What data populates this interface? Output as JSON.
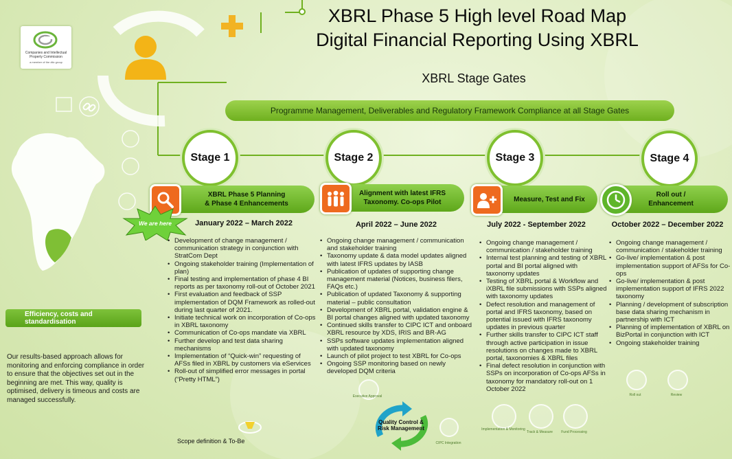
{
  "header": {
    "title_line1": "XBRL Phase 5 High level Road Map",
    "title_line2": "Digital Financial Reporting Using XBRL",
    "subtitle": "XBRL Stage Gates",
    "banner": "Programme Management, Deliverables and Regulatory Framework Compliance at all Stage Gates"
  },
  "logo": {
    "name": "Companies and Intellectual Property Commission",
    "sub": "a member of the dtic group"
  },
  "badge": "We are here",
  "stages": [
    {
      "label": "Stage 1",
      "title": "XBRL Phase 5 Planning & Phase 4 Enhancements",
      "dates": "January 2022 – March 2022",
      "icon": "magnifier-icon",
      "items": [
        "Development of change management / communication strategy in conjunction with StratCom Dept",
        "Ongoing stakeholder training (Implementation of plan)",
        "Final testing and implementation of phase 4 BI reports as per taxonomy roll-out of October 2021",
        "First evaluation and feedback of SSP implementation of DQM Framework as rolled-out during last quarter of 2021.",
        "Initiate technical work on incorporation of Co-ops in XBRL taxonomy",
        "Communication of Co-ops mandate via XBRL",
        "Further develop and test data sharing mechanisms",
        "Implementation of “Quick-win” requesting of AFSs filed in XBRL by customers via eServices",
        "Roll-out of simplified error messages in portal (“Pretty HTML”)"
      ]
    },
    {
      "label": "Stage 2",
      "title": "Alignment with latest IFRS Taxonomy. Co-ops Pilot",
      "dates": "April 2022 – June 2022",
      "icon": "people-group-icon",
      "items": [
        "Ongoing change management / communication and stakeholder training",
        "Taxonomy update & data model updates aligned with latest IFRS updates by IASB",
        "Publication of updates of supporting change management material (Notices, business filers, FAQs etc.)",
        "Publication of  updated Taxonomy & supporting material – public consultation",
        "Development of XBRL portal, validation engine & BI portal changes aligned with updated taxonomy",
        "Continued skills transfer to CIPC ICT and onboard XBRL resource by XDS, IRIS and BR-AG",
        "SSPs software updates implementation aligned with updated taxonomy",
        "Launch of pilot project to test XBRL for Co-ops",
        "Ongoing SSP monitoring based on newly developed DQM criteria"
      ]
    },
    {
      "label": "Stage 3",
      "title": "Measure, Test and Fix",
      "dates": "July 2022 - September 2022",
      "icon": "add-user-icon",
      "items": [
        "Ongoing change management / communication / stakeholder training",
        "Internal test planning and testing of XBRL portal and BI portal aligned with taxonomy updates",
        "Testing of XBRL portal & Workflow and iXBRL file submissions with  SSPs aligned with taxonomy updates",
        "Defect resolution and management of portal and IFRS taxonomy, based on potential issued with IFRS taxonomy updates in previous quarter",
        "Further skills transfer to CIPC ICT staff through active participation in issue resolutions on changes made to XBRL portal, taxonomies & XBRL files",
        "Final defect resolution in conjunction with SSPs on incorporation of Co-ops AFSs in taxonomy for mandatory roll-out on 1 October 2022"
      ]
    },
    {
      "label": "Stage 4",
      "title": "Roll out / Enhancement",
      "dates": "October 2022 – December 2022",
      "icon": "clock-icon",
      "items": [
        "Ongoing change management / communication / stakeholder training",
        "Go-live/ implementation & post implementation support of AFSs for Co-ops",
        "Go-live/ implementation & post implementation support of IFRS 2022 taxonomy",
        "Planning / development of subscription base data sharing mechanism in partnership with ICT",
        "Planning of implementation of XBRL on BizPortal in conjunction with ICT",
        "Ongoing stakeholder training"
      ]
    }
  ],
  "left": {
    "efficiency": "Efficiency, costs and standardisation",
    "approach": "Our results-based approach allows for monitoring and enforcing compliance in order to ensure that the objectives set out in the beginning are met. This way, quality is optimised, delivery  is timeous and costs are managed successfully."
  },
  "bottom": {
    "scope": "Scope definition & To-Be",
    "qc": "Quality Control & Risk Management",
    "exec": "Executive Approval",
    "cipc": "CIPC Integration",
    "impl": "Implementation & Monitoring",
    "track": "Track & Measure",
    "fund": "Fund Processing",
    "rollout": "Roll out",
    "review": "Review"
  },
  "colors": {
    "accent": "#7fc02f",
    "icon_orange": "#ee6a1f",
    "icon_green": "#5fb52a"
  }
}
